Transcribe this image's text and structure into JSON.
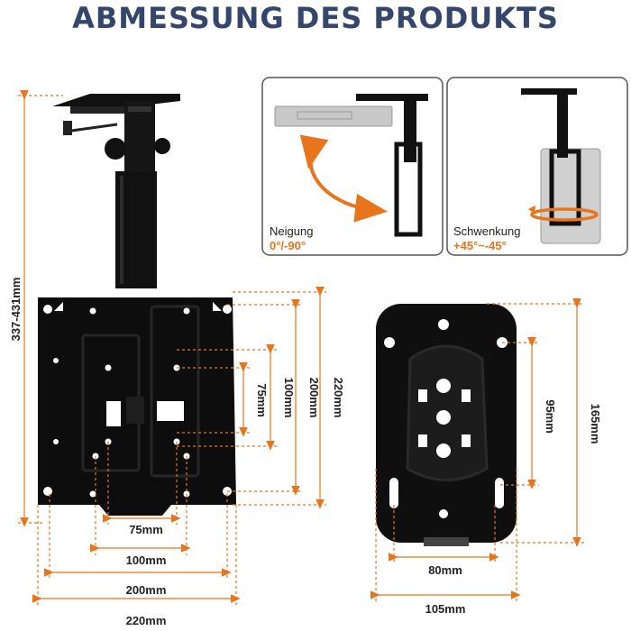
{
  "title": "ABMESSUNG DES PRODUKTS",
  "colors": {
    "accent": "#e8741c",
    "title": "#34466b",
    "metal": "#111111",
    "panel_border": "#444444"
  },
  "panels": {
    "tilt": {
      "label": "Neigung",
      "range": "0°/-90°"
    },
    "swivel": {
      "label": "Schwenkung",
      "range": "+45°~-45°"
    }
  },
  "dimensions": {
    "height": "337-431mm",
    "vesa_v_75": "75mm",
    "vesa_v_100": "100mm",
    "vesa_v_200": "200mm",
    "vesa_v_220": "220mm",
    "vesa_h_75": "75mm",
    "vesa_h_100": "100mm",
    "vesa_h_200": "200mm",
    "vesa_h_220": "220mm",
    "adapter_v_95": "95mm",
    "adapter_v_165": "165mm",
    "adapter_h_80": "80mm",
    "adapter_h_105": "105mm"
  }
}
